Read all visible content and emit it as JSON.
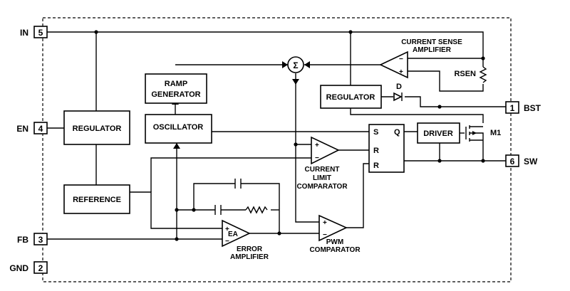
{
  "pins": [
    {
      "number": "5",
      "name": "IN"
    },
    {
      "number": "4",
      "name": "EN"
    },
    {
      "number": "3",
      "name": "FB"
    },
    {
      "number": "2",
      "name": "GND"
    },
    {
      "number": "1",
      "name": "BST"
    },
    {
      "number": "6",
      "name": "SW"
    }
  ],
  "blocks": {
    "regulator_left": "REGULATOR",
    "reference": "REFERENCE",
    "ramp_line1": "RAMP",
    "ramp_line2": "GENERATOR",
    "oscillator": "OSCILLATOR",
    "regulator_right": "REGULATOR",
    "driver": "DRIVER"
  },
  "latch": {
    "s": "S",
    "r1": "R",
    "r2": "R",
    "q": "Q"
  },
  "amplifiers": {
    "current_sense_line1": "CURRENT SENSE",
    "current_sense_line2": "AMPLIFIER",
    "current_limit_line1": "CURRENT",
    "current_limit_line2": "LIMIT",
    "current_limit_line3": "COMPARATOR",
    "error_amp_inside": "EA",
    "error_amp_line1": "ERROR",
    "error_amp_line2": "AMPLIFIER",
    "pwm_line1": "PWM",
    "pwm_line2": "COMPARATOR"
  },
  "components": {
    "sum": "Σ",
    "rsen": "RSEN",
    "diode": "D",
    "mosfet": "M1"
  },
  "signs": {
    "plus": "+",
    "minus": "−"
  }
}
